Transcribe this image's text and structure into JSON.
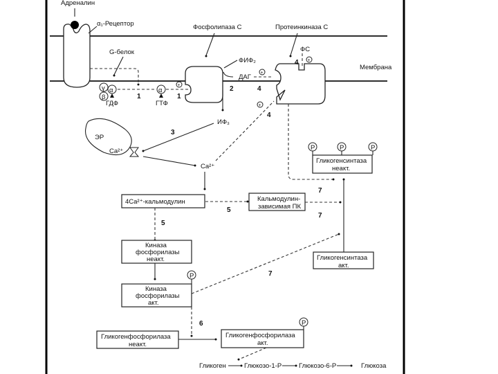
{
  "labels": {
    "adrenalin": "Адреналин",
    "receptor": "α₁-Рецептор",
    "phospholipase": "Фосфолипаза С",
    "proteinkinase": "Протеинкиназа С",
    "membrane": "Мембрана",
    "g_protein": "G-белок",
    "pip2": "ФИФ₂",
    "dag": "ДАГ",
    "ps": "ФС",
    "gdp": "ГДФ",
    "gtp": "ГТФ",
    "ip3": "ИФ₃",
    "er": "ЭР",
    "ca_er": "Ca²⁺",
    "ca": "Ca²⁺",
    "gamma": "γ",
    "beta": "β",
    "alpha": "α",
    "plus": "+",
    "p": "P"
  },
  "boxes": {
    "calmodulin": "4Ca²⁺-кальмодулин",
    "cam_pk_1": "Кальмодулин-",
    "cam_pk_2": "зависимая ПК",
    "kinase_inact_1": "Киназа",
    "kinase_inact_2": "фосфорилазы",
    "kinase_inact_3": "неакт.",
    "kinase_act_1": "Киназа",
    "kinase_act_2": "фосфорилазы",
    "kinase_act_3": "акт.",
    "gs_inact_1": "Гликогенсинтаза",
    "gs_inact_2": "неакт.",
    "gs_act_1": "Гликогенсинтаза",
    "gs_act_2": "акт.",
    "gp_inact_1": "Гликогенфосфорилаза",
    "gp_inact_2": "неакт.",
    "gp_act_1": "Гликогенфосфорилаза",
    "gp_act_2": "акт."
  },
  "pathway": {
    "glycogen": "Гликоген",
    "g1p": "Глюкозо-1-Р",
    "g6p": "Глюкозо-6-Р",
    "glucose": "Глюкоза"
  },
  "steps": {
    "s1": "1",
    "s2": "2",
    "s3": "3",
    "s4": "4",
    "s5": "5",
    "s6": "6",
    "s7": "7"
  }
}
